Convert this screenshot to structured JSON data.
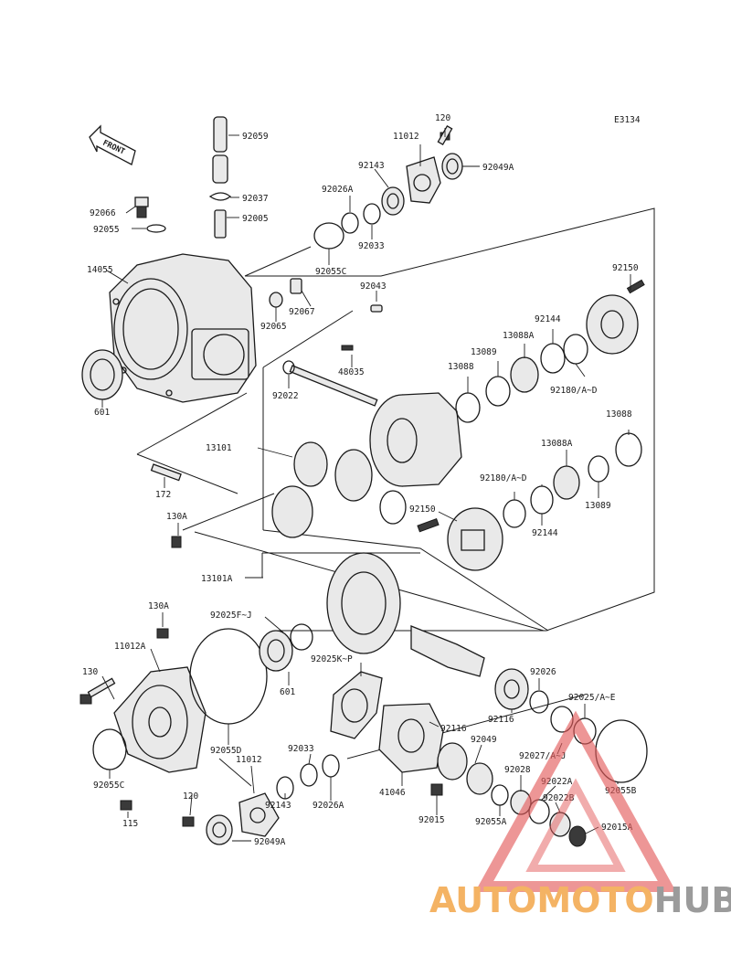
{
  "diagram": {
    "code": "E3134",
    "front_label": "FRONT"
  },
  "labels": {
    "p92059": "92059",
    "p92037": "92037",
    "p92005": "92005",
    "p92066": "92066",
    "p92055": "92055",
    "p14055": "14055",
    "p601a": "601",
    "p120a": "120",
    "p11012a": "11012",
    "p92143a": "92143",
    "p92049A_a": "92049A",
    "p92026A_a": "92026A",
    "p92033a": "92033",
    "p92055C_a": "92055C",
    "p92067": "92067",
    "p92065": "92065",
    "p92043": "92043",
    "p48035": "48035",
    "p92022": "92022",
    "p92150a": "92150",
    "p92144a": "92144",
    "p13088A_a": "13088A",
    "p13089a": "13089",
    "p13088a": "13088",
    "p92180a": "92180/A~D",
    "p13101": "13101",
    "p172": "172",
    "p13088b": "13088",
    "p13088A_b": "13088A",
    "p92180b": "92180/A~D",
    "p13089b": "13089",
    "p92150b": "92150",
    "p92144b": "92144",
    "p130A_a": "130A",
    "p13101A": "13101A",
    "p130A_b": "130A",
    "p92025FJ": "92025F~J",
    "p11012A": "11012A",
    "p130": "130",
    "p601b": "601",
    "p92025KP": "92025K~P",
    "p92026": "92026",
    "p92025AE": "92025/A~E",
    "p92116a": "92116",
    "p92116b": "92116",
    "p92055D": "92055D",
    "p92033b": "92033",
    "p11012b": "11012",
    "p92049": "92049",
    "p92027": "92027/A~J",
    "p92055C_b": "92055C",
    "p92143b": "92143",
    "p92026A_b": "92026A",
    "p41046": "41046",
    "p92028": "92028",
    "p92022A": "92022A",
    "p92055B": "92055B",
    "p120b": "120",
    "p115": "115",
    "p92015": "92015",
    "p92055A": "92055A",
    "p92022B": "92022B",
    "p92049A_b": "92049A",
    "p92015A": "92015A"
  },
  "watermark": {
    "part1": "AUTOMOTO",
    "part2": "HUB",
    "color1": "#f3a64a",
    "color2": "#8a8a8a",
    "triangle_color": "#e35b5b"
  }
}
